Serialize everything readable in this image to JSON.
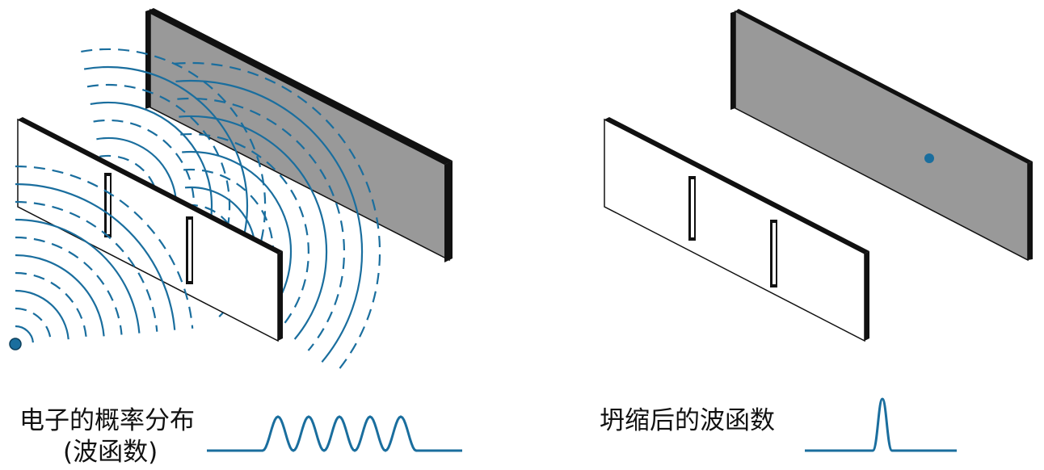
{
  "captions": {
    "left_line1": "电子的概率分布",
    "left_line2": "(波函数)",
    "right": "坍缩后的波函数"
  },
  "colors": {
    "wave": "#1a6e9e",
    "screen_fill": "#999999",
    "barrier_fill": "#ffffff",
    "edge": "#111111",
    "electron": "#1a6e9e"
  },
  "panels": [
    {
      "name": "before-measurement",
      "shows": "interference-waves",
      "electron": "source"
    },
    {
      "name": "after-measurement",
      "shows": "collapsed-point",
      "electron": "detected-on-screen"
    }
  ],
  "waveforms": {
    "left": {
      "type": "wave-packet",
      "peaks": 5
    },
    "right": {
      "type": "single-spike",
      "peaks": 1
    }
  }
}
